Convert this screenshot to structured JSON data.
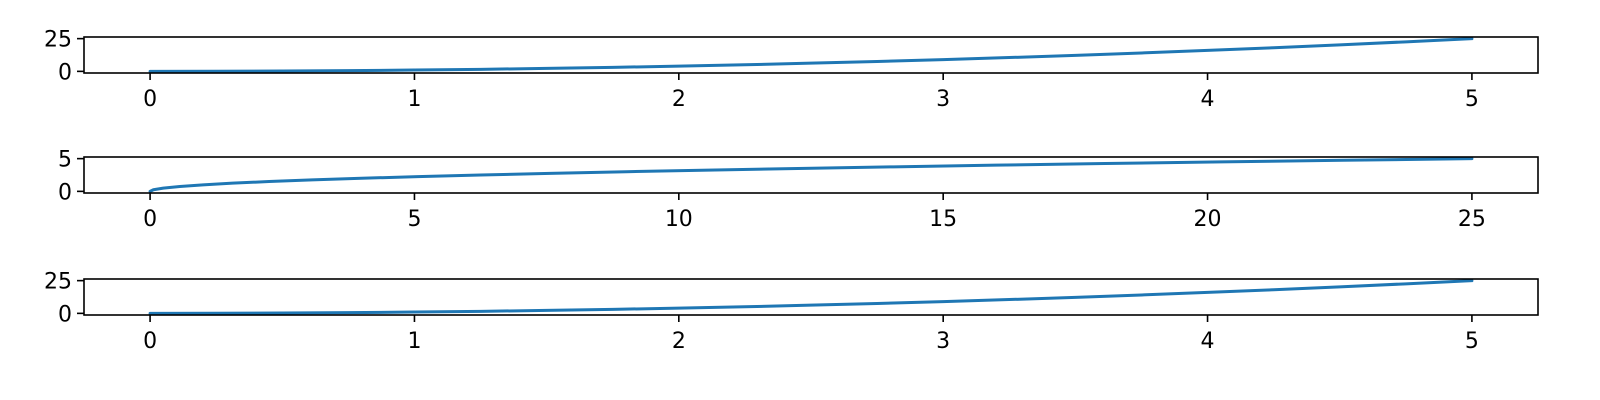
{
  "chart_data": [
    {
      "type": "line",
      "title": "",
      "xlabel": "",
      "ylabel": "",
      "xlim": [
        -0.25,
        5.25
      ],
      "ylim": [
        -1.25,
        26.25
      ],
      "xticks": [
        0,
        1,
        2,
        3,
        4,
        5
      ],
      "xtick_labels": [
        "0",
        "1",
        "2",
        "3",
        "4",
        "5"
      ],
      "yticks": [
        0,
        25
      ],
      "ytick_labels": [
        "0",
        "25"
      ],
      "grid": false,
      "series": [
        {
          "color": "#1f77b4",
          "x": [
            0,
            0.25,
            0.5,
            0.75,
            1,
            1.25,
            1.5,
            1.75,
            2,
            2.25,
            2.5,
            2.75,
            3,
            3.25,
            3.5,
            3.75,
            4,
            4.25,
            4.5,
            4.75,
            5
          ],
          "y": [
            0,
            0.0625,
            0.25,
            0.5625,
            1,
            1.5625,
            2.25,
            3.0625,
            4,
            5.0625,
            6.25,
            7.5625,
            9,
            10.5625,
            12.25,
            14.0625,
            16,
            18.0625,
            20.25,
            22.5625,
            25
          ]
        }
      ]
    },
    {
      "type": "line",
      "title": "",
      "xlabel": "",
      "ylabel": "",
      "xlim": [
        -1.25,
        26.25
      ],
      "ylim": [
        -0.25,
        5.25
      ],
      "xticks": [
        0,
        5,
        10,
        15,
        20,
        25
      ],
      "xtick_labels": [
        "0",
        "5",
        "10",
        "15",
        "20",
        "25"
      ],
      "yticks": [
        0,
        5
      ],
      "ytick_labels": [
        "0",
        "5"
      ],
      "grid": false,
      "series": [
        {
          "color": "#1f77b4",
          "x": [
            0,
            0.0625,
            0.25,
            0.5625,
            1,
            1.5625,
            2.25,
            3.0625,
            4,
            5.0625,
            6.25,
            7.5625,
            9,
            10.5625,
            12.25,
            14.0625,
            16,
            18.0625,
            20.25,
            22.5625,
            25
          ],
          "y": [
            0,
            0.25,
            0.5,
            0.75,
            1,
            1.25,
            1.5,
            1.75,
            2,
            2.25,
            2.5,
            2.75,
            3,
            3.25,
            3.5,
            3.75,
            4,
            4.25,
            4.5,
            4.75,
            5
          ]
        }
      ]
    },
    {
      "type": "line",
      "title": "",
      "xlabel": "",
      "ylabel": "",
      "xlim": [
        -0.25,
        5.25
      ],
      "ylim": [
        -1.25,
        26.25
      ],
      "xticks": [
        0,
        1,
        2,
        3,
        4,
        5
      ],
      "xtick_labels": [
        "0",
        "1",
        "2",
        "3",
        "4",
        "5"
      ],
      "yticks": [
        0,
        25
      ],
      "ytick_labels": [
        "0",
        "25"
      ],
      "grid": false,
      "series": [
        {
          "color": "#1f77b4",
          "x": [
            0,
            0.25,
            0.5,
            0.75,
            1,
            1.25,
            1.5,
            1.75,
            2,
            2.25,
            2.5,
            2.75,
            3,
            3.25,
            3.5,
            3.75,
            4,
            4.25,
            4.5,
            4.75,
            5
          ],
          "y": [
            0,
            0.0625,
            0.25,
            0.5625,
            1,
            1.5625,
            2.25,
            3.0625,
            4,
            5.0625,
            6.25,
            7.5625,
            9,
            10.5625,
            12.25,
            14.0625,
            16,
            18.0625,
            20.25,
            22.5625,
            25
          ]
        }
      ]
    }
  ]
}
